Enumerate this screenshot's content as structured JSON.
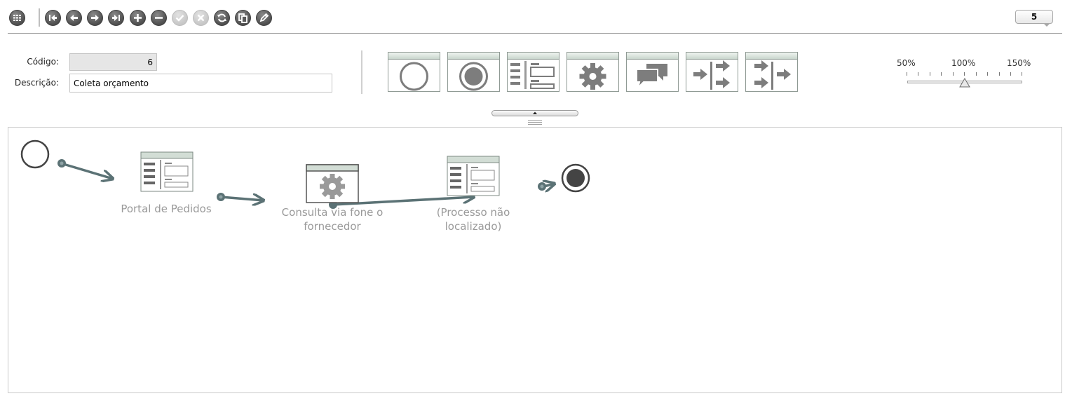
{
  "toolbar": {
    "grid_icon": "grid-icon",
    "buttons": [
      "first-icon",
      "previous-icon",
      "next-icon",
      "last-icon",
      "add-icon",
      "remove-icon",
      "confirm-icon",
      "cancel-icon",
      "refresh-icon",
      "copy-icon",
      "edit-icon"
    ],
    "disabled": [
      "confirm-icon",
      "cancel-icon"
    ],
    "page_number": "5"
  },
  "form": {
    "codigo_label": "Código:",
    "codigo_value": "6",
    "descricao_label": "Descrição:",
    "descricao_value": "Coleta orçamento"
  },
  "palette": {
    "items": [
      "start-event-icon",
      "end-event-icon",
      "form-activity-icon",
      "automatic-activity-icon",
      "message-activity-icon",
      "split-icon",
      "join-icon"
    ]
  },
  "zoom": {
    "min_label": "50%",
    "mid_label": "100%",
    "max_label": "150%",
    "value_percent": 100
  },
  "diagram": {
    "nodes": [
      {
        "id": "start",
        "type": "start-event"
      },
      {
        "id": "portal",
        "type": "form-activity",
        "label": "Portal de Pedidos"
      },
      {
        "id": "consulta",
        "type": "automatic-activity",
        "label": "Consulta via fone o fornecedor"
      },
      {
        "id": "processo",
        "type": "form-activity",
        "label": "(Processo não localizado)"
      },
      {
        "id": "end",
        "type": "end-event"
      }
    ],
    "colors": {
      "connector": "#5b7275",
      "label": "#9a9a9a",
      "accent": "#8f9a94"
    }
  }
}
